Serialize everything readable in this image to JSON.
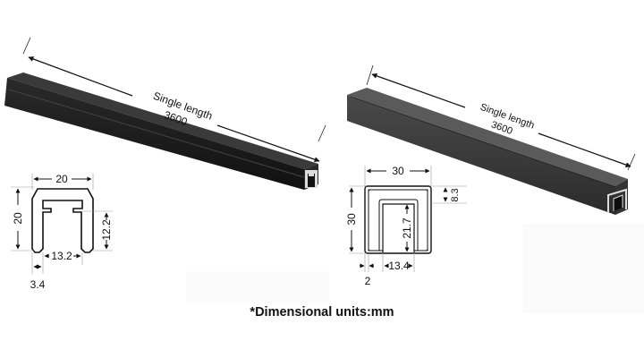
{
  "products": [
    {
      "name": "profile-20x20",
      "length_label": "Single length",
      "length_value": "3600",
      "finish_color": "#1c1c1c",
      "section": {
        "width": "20",
        "height": "20",
        "slot_depth": "12.2",
        "slot_width": "13.2",
        "wall": "3.4"
      }
    },
    {
      "name": "profile-30x30",
      "length_label": "Single length",
      "length_value": "3600",
      "finish_color": "#3a3a3a",
      "section": {
        "width": "30",
        "height": "30",
        "top_thickness": "8.3",
        "slot_depth": "21.7",
        "slot_width": "13.4",
        "wall": "2"
      }
    }
  ],
  "footnote": "*Dimensional units:mm"
}
